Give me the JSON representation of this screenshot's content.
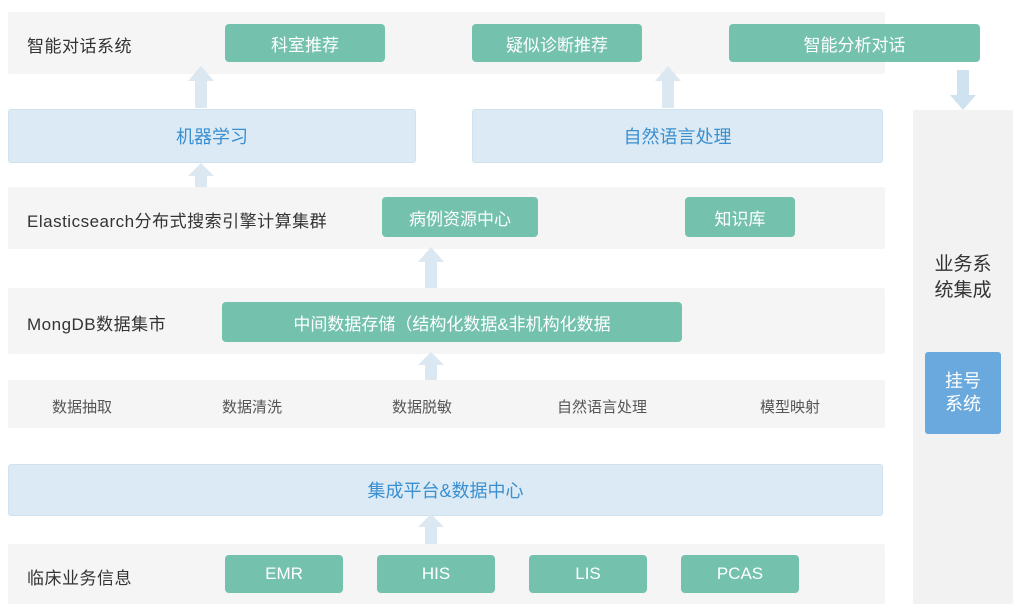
{
  "colors": {
    "band_bg": "#f5f5f5",
    "green": "#74c2ae",
    "blue_light": "#dbeaf5",
    "blue_text": "#3a8fd0",
    "blue_solid": "#6aa9dd",
    "arrow": "#dbe8f2",
    "right_col_bg": "#f2f2f2"
  },
  "layers": {
    "dialog": {
      "label": "智能对话系统",
      "pills": [
        {
          "label": "科室推荐"
        },
        {
          "label": "疑似诊断推荐"
        },
        {
          "label": "智能分析对话"
        }
      ]
    },
    "ai": {
      "boxes": [
        {
          "label": "机器学习"
        },
        {
          "label": "自然语言处理"
        }
      ]
    },
    "search": {
      "label": "Elasticsearch分布式搜索引擎计算集群",
      "pills": [
        {
          "label": "病例资源中心"
        },
        {
          "label": "知识库"
        }
      ]
    },
    "mongo": {
      "label": "MongDB数据集市",
      "pills": [
        {
          "label": "中间数据存储（结构化数据&非机构化数据"
        }
      ]
    },
    "process": {
      "items": [
        {
          "label": "数据抽取"
        },
        {
          "label": "数据清洗"
        },
        {
          "label": "数据脱敏"
        },
        {
          "label": "自然语言处理"
        },
        {
          "label": "模型映射"
        }
      ]
    },
    "platform": {
      "label": "集成平台&数据中心"
    },
    "clinical": {
      "label": "临床业务信息",
      "pills": [
        {
          "label": "EMR"
        },
        {
          "label": "HIS"
        },
        {
          "label": "LIS"
        },
        {
          "label": "PCAS"
        }
      ]
    }
  },
  "right_column": {
    "title": "业务系\n统集成",
    "title_line1": "业务系",
    "title_line2": "统集成",
    "pill": {
      "line1": "挂号",
      "line2": "系统"
    }
  }
}
